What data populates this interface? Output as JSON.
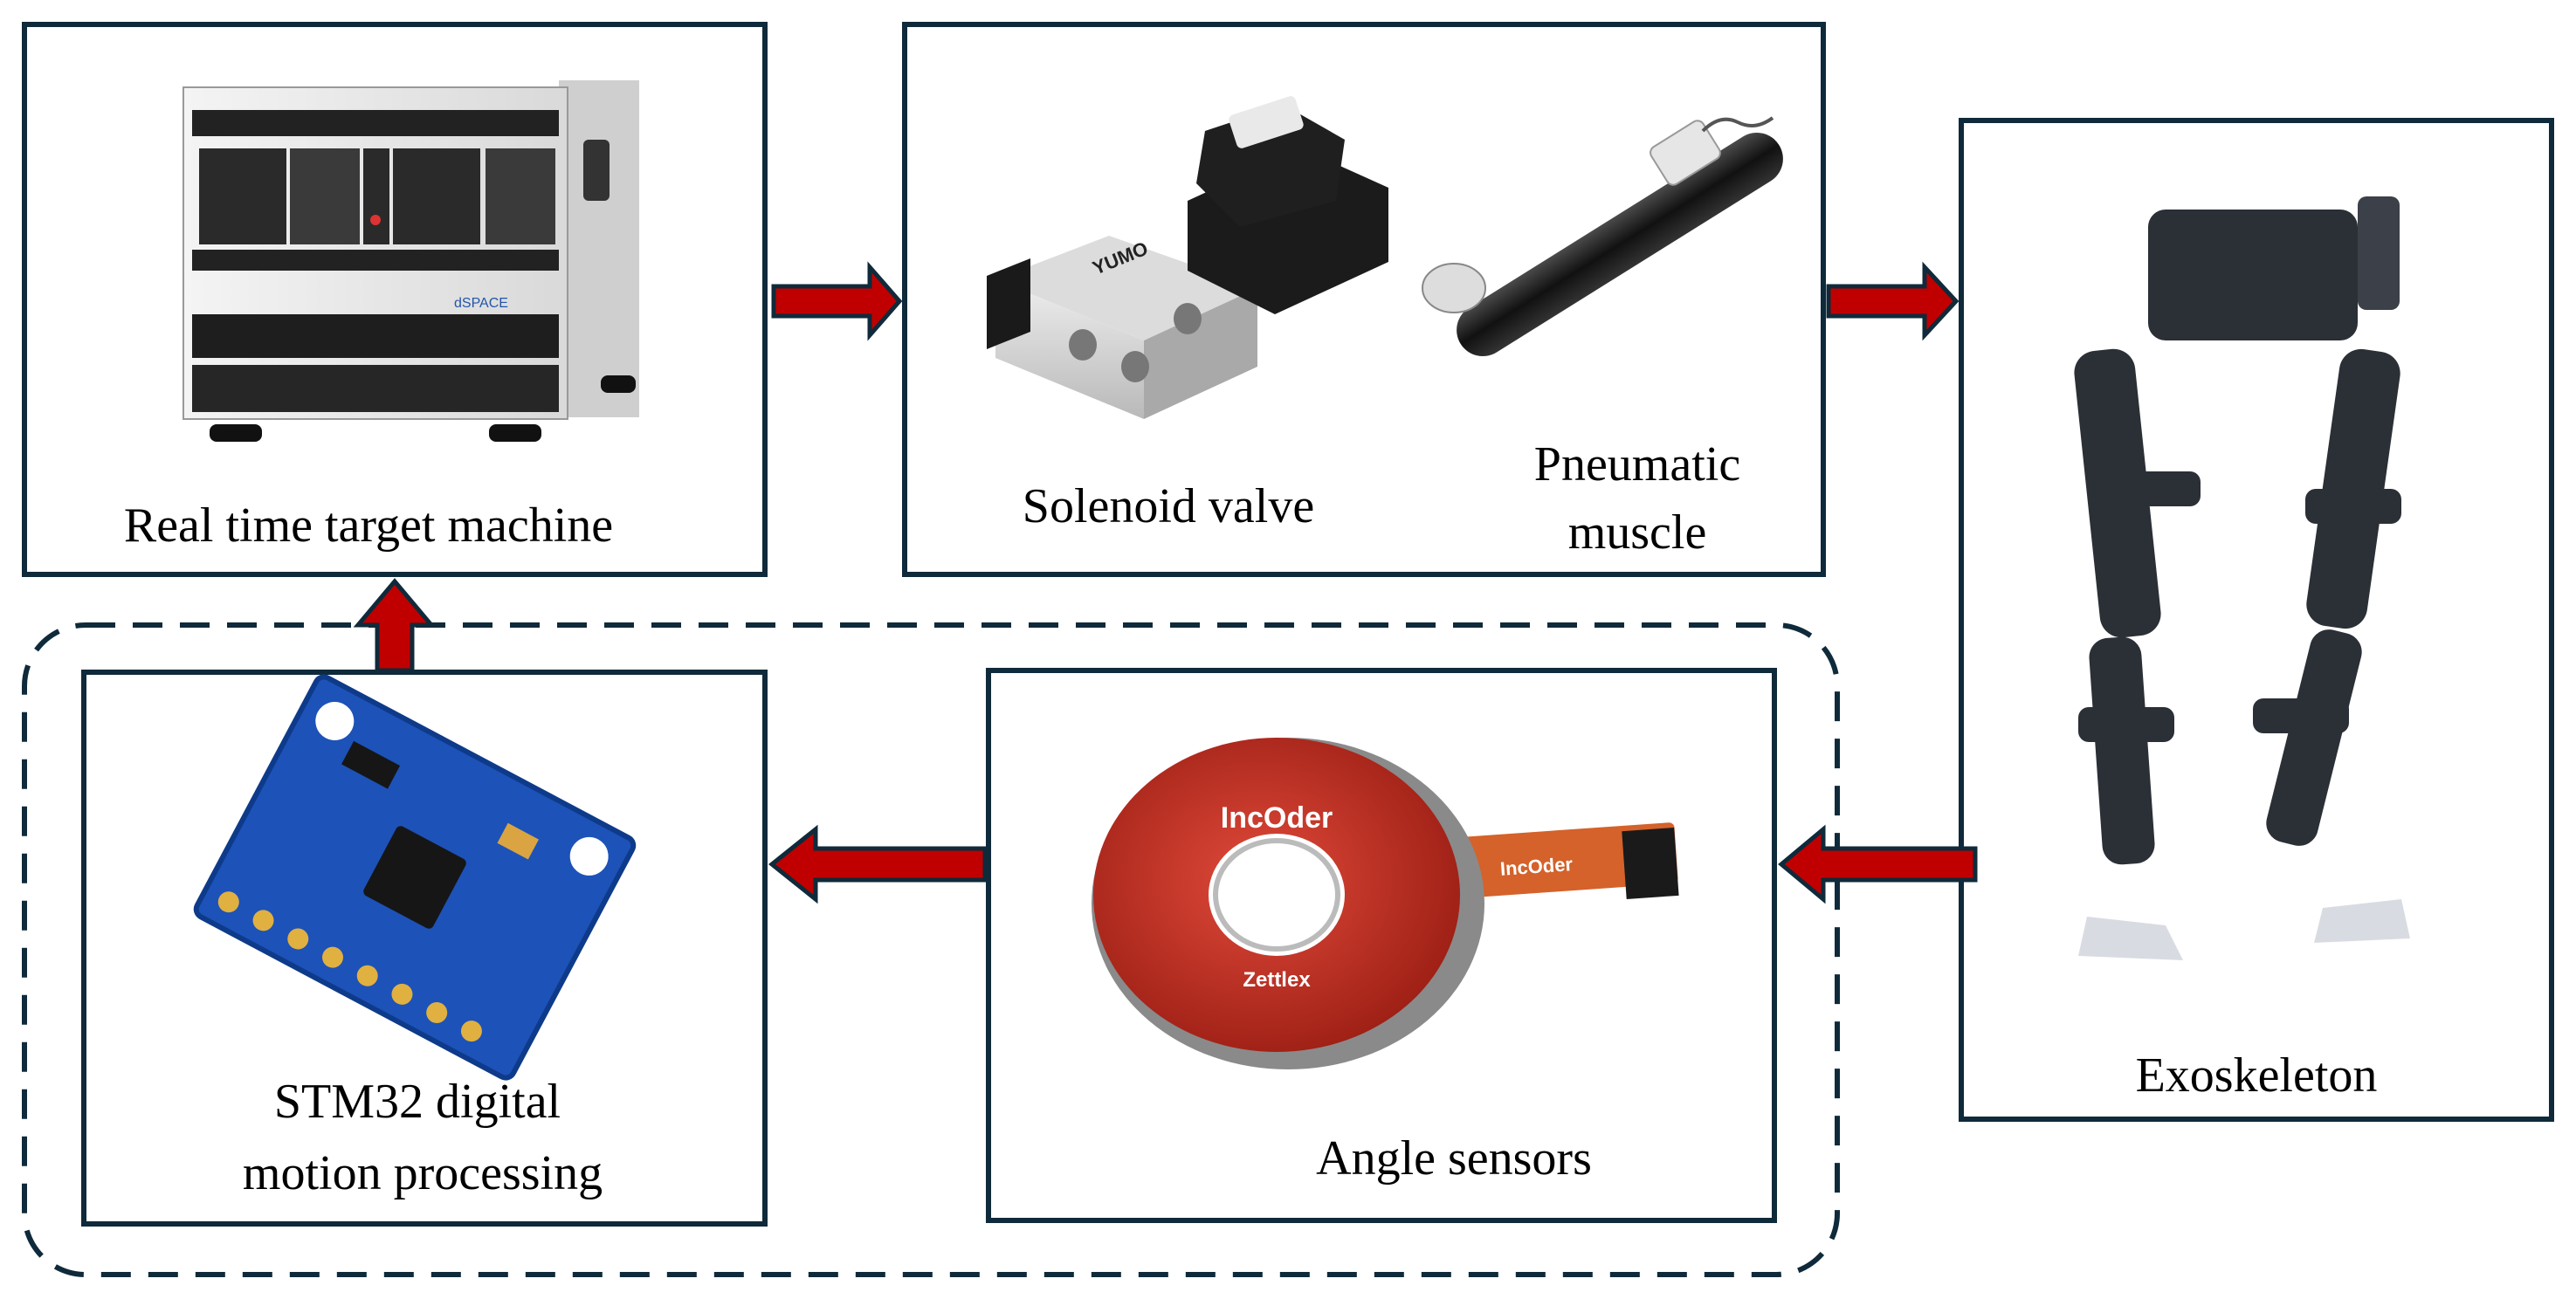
{
  "colors": {
    "box_border": "#0f2a3a",
    "arrow_fill": "#c00000",
    "arrow_stroke": "#0f2a3a"
  },
  "nodes": {
    "rtm": {
      "label": "Real time target machine",
      "icon": "rack-server-icon"
    },
    "valve": {
      "label_1": "Solenoid valve",
      "label_2a": "Pneumatic",
      "label_2b": "muscle",
      "valve_text": "YUMO",
      "icon_a": "solenoid-valve-icon",
      "icon_b": "pneumatic-muscle-icon"
    },
    "exo": {
      "label": "Exoskeleton",
      "icon": "exoskeleton-icon"
    },
    "angle": {
      "label": "Angle sensors",
      "brand": "IncOder",
      "brand2": "Zettlex",
      "icon": "rotary-encoder-icon"
    },
    "stm": {
      "label_1": "STM32 digital",
      "label_2": "motion processing",
      "icon": "sensor-board-icon"
    }
  },
  "edges": [
    {
      "from": "rtm",
      "to": "valve"
    },
    {
      "from": "valve",
      "to": "exo"
    },
    {
      "from": "exo",
      "to": "angle"
    },
    {
      "from": "angle",
      "to": "stm"
    },
    {
      "from": "stm",
      "to": "rtm"
    }
  ],
  "group": {
    "name": "sensing-loop",
    "style": "dashed",
    "members": [
      "stm",
      "angle"
    ]
  }
}
